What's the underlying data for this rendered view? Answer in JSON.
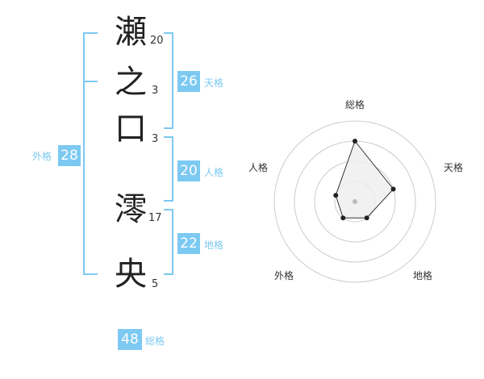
{
  "name": {
    "characters": [
      {
        "char": "瀬",
        "strokes": "20"
      },
      {
        "char": "之",
        "strokes": "3"
      },
      {
        "char": "口",
        "strokes": "3"
      },
      {
        "char": "澪",
        "strokes": "17"
      },
      {
        "char": "央",
        "strokes": "5"
      }
    ]
  },
  "fortunes": {
    "tenkaku": {
      "value": "26",
      "label": "天格"
    },
    "jinkaku": {
      "value": "20",
      "label": "人格"
    },
    "chikaku": {
      "value": "22",
      "label": "地格"
    },
    "gaikaku": {
      "value": "28",
      "label": "外格"
    },
    "soukaku": {
      "value": "48",
      "label": "総格"
    }
  },
  "radar": {
    "axis_labels": [
      "総格",
      "天格",
      "地格",
      "外格",
      "人格"
    ],
    "levels": 4,
    "max": 4,
    "values": [
      3,
      2,
      1,
      1,
      1
    ],
    "colors": {
      "grid": "#cccccc",
      "fill": "#eeeeee",
      "line": "#333333",
      "dot": "#222222",
      "center": "#bbbbbb"
    }
  },
  "colors": {
    "accent": "#7cc9f2",
    "text": "#222222"
  }
}
